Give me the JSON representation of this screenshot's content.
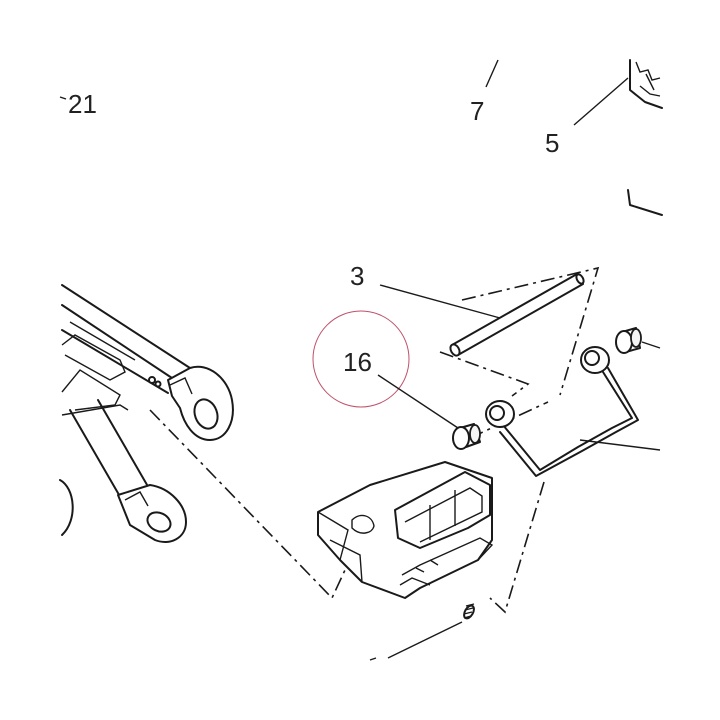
{
  "callouts": {
    "c21": "21",
    "c7": "7",
    "c5": "5",
    "c3": "3",
    "c16": "16"
  },
  "colors": {
    "line": "#1a1a1a",
    "highlight_circle": "#c0506a",
    "background": "#ffffff"
  }
}
